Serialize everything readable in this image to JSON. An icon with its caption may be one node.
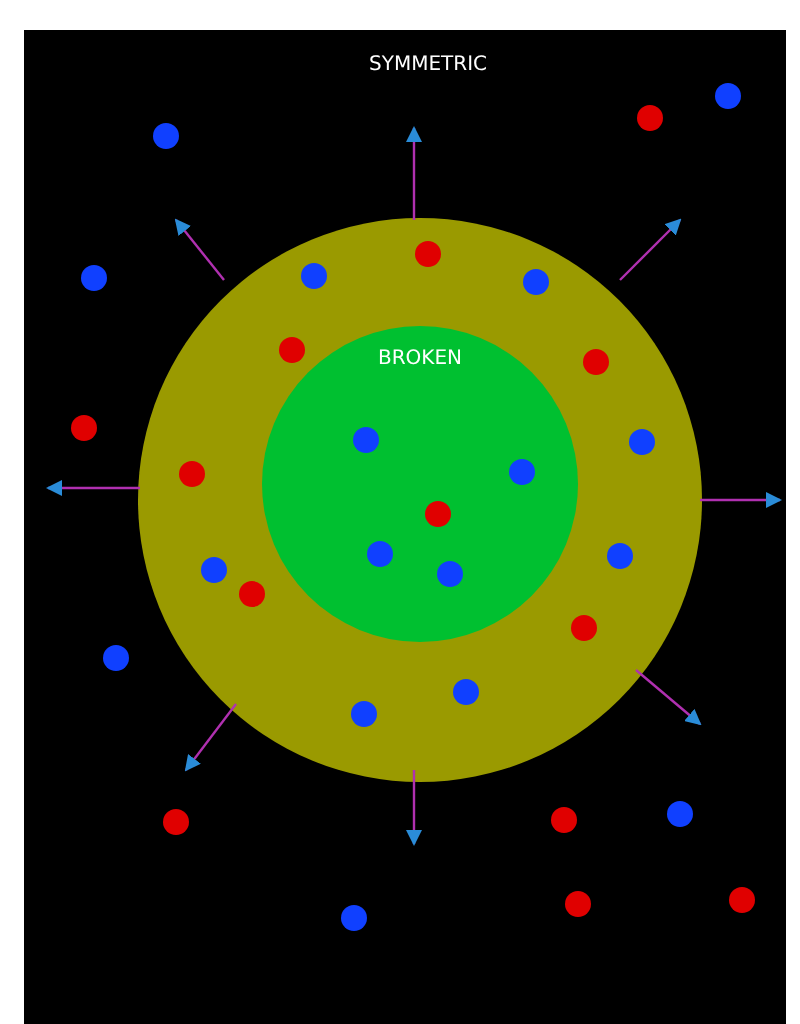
{
  "diagram": {
    "nodes": [
      {
        "text": [],
        "shape": "circle"
      },
      {
        "text": [
          "BROKEN"
        ],
        "in": 0
      }
    ],
    "labels": [
      "SYMMETRIC"
    ]
  }
}
